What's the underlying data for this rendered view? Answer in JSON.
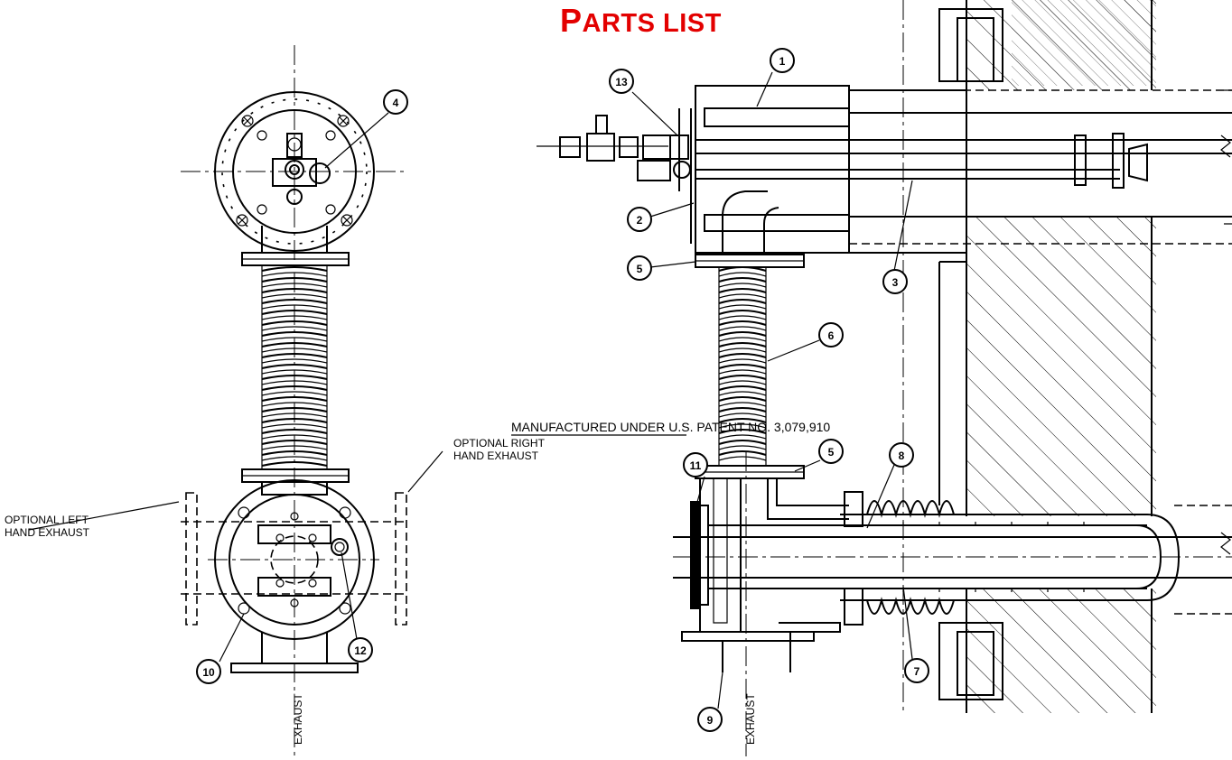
{
  "title": {
    "first": "P",
    "rest": "ARTS LIST"
  },
  "patent_note": "MANUFACTURED UNDER U.S. PATENT NO. 3,079,910",
  "optional_left": [
    "OPTIONAL LEFT",
    "HAND EXHAUST"
  ],
  "optional_right": [
    "OPTIONAL RIGHT",
    "HAND EXHAUST"
  ],
  "exhaust_label": "EXHAUST",
  "callouts": [
    "1",
    "2",
    "3",
    "4",
    "5",
    "5",
    "6",
    "7",
    "8",
    "9",
    "10",
    "11",
    "12",
    "13"
  ],
  "colors": {
    "title": "#e30000",
    "ink": "#000000",
    "paper": "#ffffff"
  }
}
